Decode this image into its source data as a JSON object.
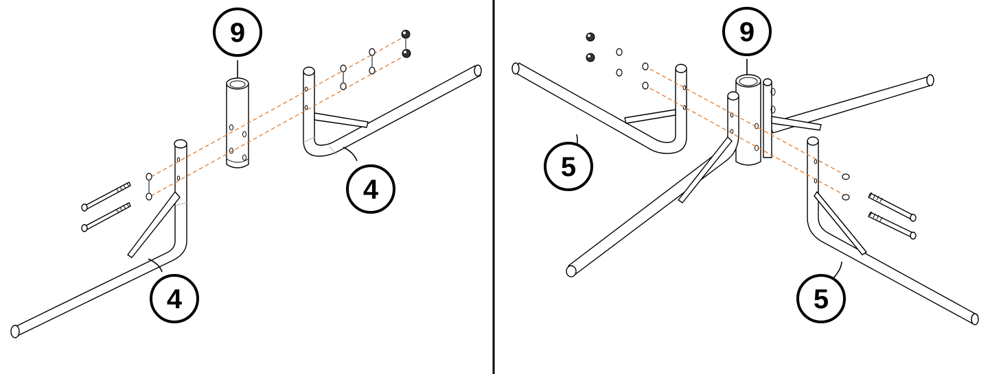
{
  "callouts": {
    "left_top": "9",
    "left_right": "4",
    "left_bottom": "4",
    "right_top": "9",
    "right_left": "5",
    "right_bottom": "5"
  },
  "colors": {
    "guide_line": "#e07a2e",
    "divider": "#000000",
    "outline": "#000000"
  }
}
